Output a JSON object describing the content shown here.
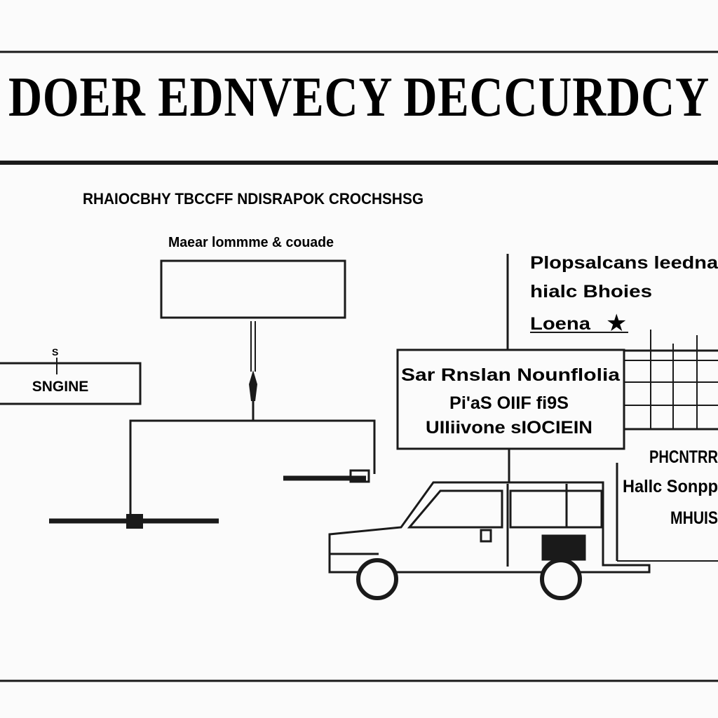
{
  "header": {
    "title": "DOER EDNVECY DECCURDCY"
  },
  "subtitle": "RHAIOCBHY TBCCFF NDISRAPOK CROCHSHSG",
  "top_box": {
    "label": "Maear lommme & couade"
  },
  "left_box": {
    "marker": "S",
    "label": "SNGINE"
  },
  "legend": {
    "line1": "Plopsalcans leedna",
    "line2": "hialc Bhoies",
    "line3": "Loena",
    "star": "★"
  },
  "center_sign": {
    "line1": "Sar Rnslan Nounflolia",
    "line2": "Pi'aS OIIF fi9S",
    "line3": "UIIiivone sIOCIEIN"
  },
  "right_panel": {
    "line1": "PHCNTRR",
    "line2": "Hallc Sonpp",
    "line3": "MHUIS"
  },
  "colors": {
    "ink": "#1a1a1a",
    "paper": "#fbfbfb"
  }
}
